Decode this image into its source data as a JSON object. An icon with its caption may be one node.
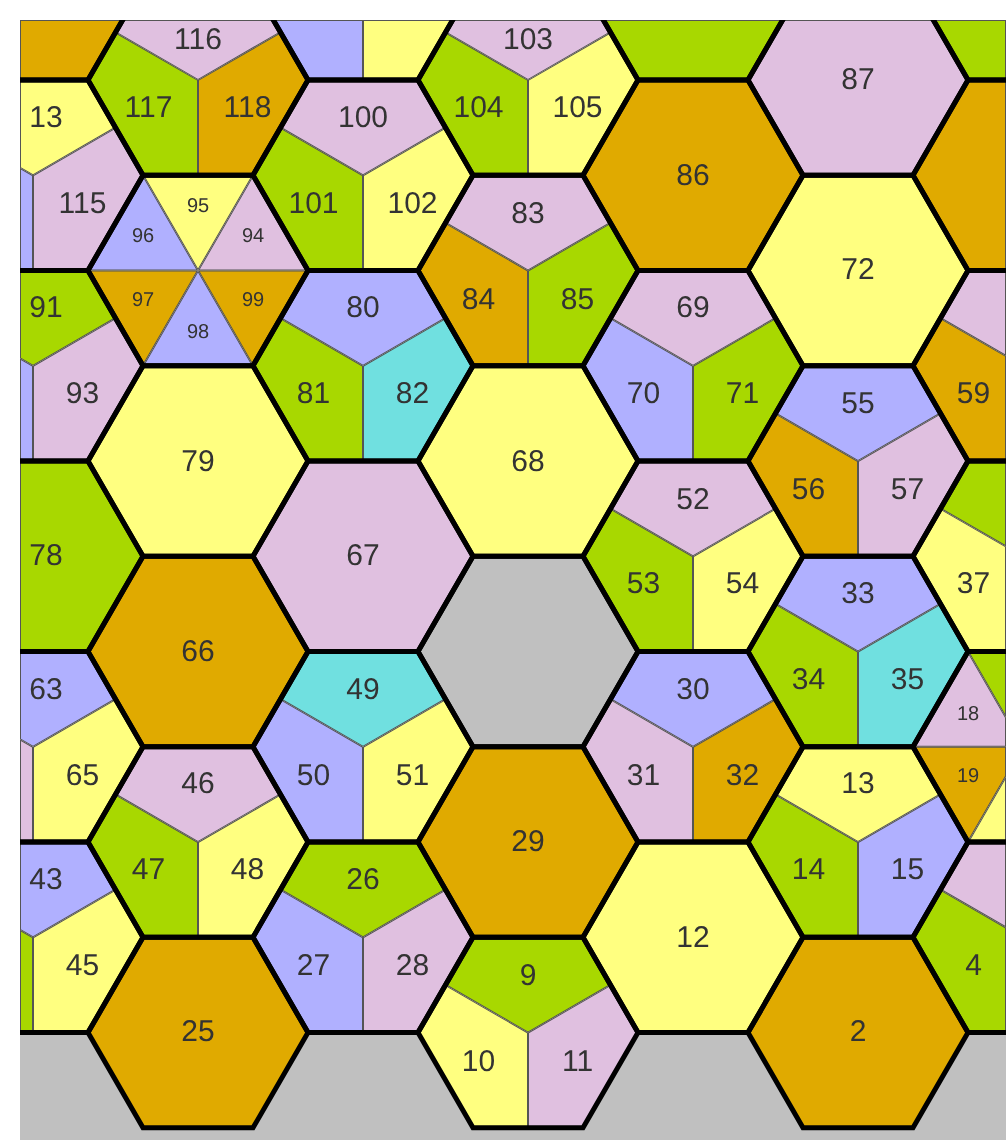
{
  "diagram": {
    "nodes": [
      {
        "text": [],
        "shape": "hexagon"
      },
      {
        "text": [],
        "shape": "pentagon"
      },
      {
        "text": [],
        "shape": "pentagon"
      },
      {
        "text": [],
        "shape": "hexagon"
      },
      {
        "text": [],
        "shape": "hexagon"
      },
      {
        "text": [
          "116"
        ]
      },
      {
        "text": [
          "117"
        ]
      },
      {
        "text": [
          "118"
        ]
      },
      {
        "text": [
          "103"
        ]
      },
      {
        "text": [
          "104"
        ]
      },
      {
        "text": [
          "105"
        ]
      },
      {
        "text": [
          "87"
        ]
      },
      {
        "text": [
          "13"
        ]
      },
      {
        "text": [],
        "shape": "pentagon"
      },
      {
        "text": [
          "115"
        ]
      },
      {
        "text": [
          "100"
        ]
      },
      {
        "text": [
          "101"
        ]
      },
      {
        "text": [
          "102"
        ]
      },
      {
        "text": [
          "86"
        ]
      },
      {
        "text": [],
        "shape": "hexagon"
      },
      {
        "text": [
          "95"
        ]
      },
      {
        "text": [
          "96"
        ]
      },
      {
        "text": [
          "94"
        ]
      },
      {
        "text": [
          "97"
        ]
      },
      {
        "text": [
          "98"
        ]
      },
      {
        "text": [
          "99"
        ]
      },
      {
        "text": [
          "83"
        ]
      },
      {
        "text": [
          "84"
        ]
      },
      {
        "text": [
          "85"
        ]
      },
      {
        "text": [
          "72"
        ]
      },
      {
        "text": [
          "91"
        ]
      },
      {
        "text": [],
        "shape": "pentagon"
      },
      {
        "text": [
          "93"
        ]
      },
      {
        "text": [
          "80"
        ]
      },
      {
        "text": [
          "81"
        ]
      },
      {
        "text": [
          "82"
        ]
      },
      {
        "text": [
          "69"
        ]
      },
      {
        "text": [
          "70"
        ]
      },
      {
        "text": [
          "71"
        ]
      },
      {
        "text": [],
        "shape": "pentagon"
      },
      {
        "text": [
          "59"
        ]
      },
      {
        "text": [
          "79"
        ]
      },
      {
        "text": [
          "68"
        ]
      },
      {
        "text": [
          "55"
        ]
      },
      {
        "text": [
          "56"
        ]
      },
      {
        "text": [
          "57"
        ]
      },
      {
        "text": [
          "78"
        ]
      },
      {
        "text": [
          "67"
        ]
      },
      {
        "text": [
          "52"
        ]
      },
      {
        "text": [
          "53"
        ]
      },
      {
        "text": [
          "54"
        ]
      },
      {
        "text": [],
        "shape": "pentagon"
      },
      {
        "text": [
          "37"
        ]
      },
      {
        "text": [
          "66"
        ]
      },
      {
        "text": [],
        "shape": "hexagon"
      },
      {
        "text": [
          "33"
        ]
      },
      {
        "text": [
          "34"
        ]
      },
      {
        "text": [
          "35"
        ]
      },
      {
        "text": [
          "63"
        ]
      },
      {
        "text": [],
        "shape": "pentagon"
      },
      {
        "text": [
          "65"
        ]
      },
      {
        "text": [
          "49"
        ]
      },
      {
        "text": [
          "50"
        ]
      },
      {
        "text": [
          "51"
        ]
      },
      {
        "text": [
          "30"
        ]
      },
      {
        "text": [
          "31"
        ]
      },
      {
        "text": [
          "32"
        ]
      },
      {
        "text": [],
        "shape": "triangle"
      },
      {
        "text": [
          "18"
        ]
      },
      {
        "text": [
          "19"
        ]
      },
      {
        "text": [],
        "shape": "triangle"
      },
      {
        "text": [
          "46"
        ]
      },
      {
        "text": [
          "47"
        ]
      },
      {
        "text": [
          "48"
        ]
      },
      {
        "text": [
          "29"
        ]
      },
      {
        "text": [
          "13"
        ]
      },
      {
        "text": [
          "14"
        ]
      },
      {
        "text": [
          "15"
        ]
      },
      {
        "text": [
          "43"
        ]
      },
      {
        "text": [],
        "shape": "pentagon"
      },
      {
        "text": [
          "45"
        ]
      },
      {
        "text": [
          "26"
        ]
      },
      {
        "text": [
          "27"
        ]
      },
      {
        "text": [
          "28"
        ]
      },
      {
        "text": [
          "12"
        ]
      },
      {
        "text": [],
        "shape": "pentagon"
      },
      {
        "text": [
          "4"
        ]
      },
      {
        "text": [
          "25"
        ]
      },
      {
        "text": [
          "9"
        ]
      },
      {
        "text": [
          "10"
        ]
      },
      {
        "text": [
          "11"
        ]
      },
      {
        "text": [
          "2"
        ]
      }
    ]
  }
}
